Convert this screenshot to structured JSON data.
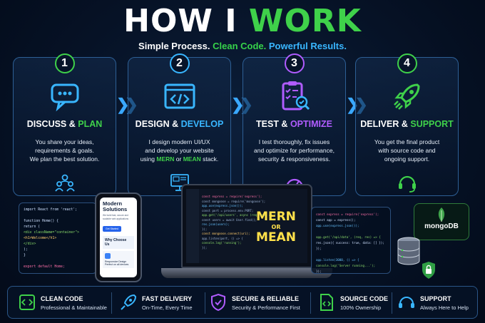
{
  "header": {
    "title_part1": "HOW I ",
    "title_part2": "WORK",
    "subtitle_part1": "Simple Process. ",
    "subtitle_part2": "Clean Code. ",
    "subtitle_part3": "Powerful Results."
  },
  "steps": [
    {
      "number": "1",
      "title_white": "DISCUSS & ",
      "title_accent": "PLAN",
      "accent": "#3fd14a",
      "icon": "chat-bubble-icon",
      "bottom_icon": "team-icon",
      "desc": [
        "You share your ideas,",
        "requirements & goals.",
        "We plan the best solution."
      ]
    },
    {
      "number": "2",
      "title_white": "DESIGN & ",
      "title_accent": "DEVELOP",
      "accent": "#39b6ff",
      "icon": "code-window-icon",
      "bottom_icon": "monitor-icon",
      "desc_l1": "I design modern UI/UX",
      "desc_l2": "and develop your website",
      "desc_l3a": "using ",
      "desc_l3b": "MERN",
      "desc_l3c": " or ",
      "desc_l3d": "MEAN",
      "desc_l3e": " stack."
    },
    {
      "number": "3",
      "title_white": "TEST & ",
      "title_accent": "OPTIMIZE",
      "accent": "#b05cff",
      "icon": "checklist-icon",
      "bottom_icon": "gauge-icon",
      "desc": [
        "I test thoroughly, fix issues",
        "and optimize for performance,",
        "security & responsiveness."
      ]
    },
    {
      "number": "4",
      "title_white": "DELIVER & ",
      "title_accent": "SUPPORT",
      "accent": "#3fd14a",
      "icon": "rocket-icon",
      "bottom_icon": "headset-icon",
      "desc": [
        "You get the final product",
        "with source code and",
        "ongoing support."
      ]
    }
  ],
  "code_left": [
    "import React from 'react';",
    "",
    "function Home() {",
    "  return (",
    "    <div className=\"container\">",
    "      <h1>Welcome</h1>",
    "    </div>",
    "  );",
    "}",
    "",
    "export default Home;"
  ],
  "phone": {
    "title": "Modern Solutions",
    "subtitle": "We build fast, secure and scalable web applications",
    "button": "Get Started",
    "why": "Why Choose Us",
    "card": "Responsive Design",
    "card_sub": "Perfect on all devices"
  },
  "laptop_code": [
    "const express = require('express');",
    "const mongoose = require('mongoose');",
    "app.use(express.json());",
    "const port = process.env.PORT;",
    "app.get('/api/users', async (req, res) => {",
    "  const users = await User.find();",
    "  res.json(users);",
    "});",
    "const mongoose.connect(uri);",
    "app.listen(port, () => {",
    "  console.log('running');",
    "});"
  ],
  "stack": {
    "line1": "MERN",
    "line2": "OR",
    "line3": "MEAN"
  },
  "code_right": [
    "const express = require('express');",
    "const app = express();",
    "app.use(express.json());",
    "",
    "app.get('/api/data', (req, res) => {",
    "  res.json({ success: true, data: [] });",
    "});",
    "",
    "app.listen(3000, () => {",
    "  console.log('Server running...');",
    "});"
  ],
  "mongo": {
    "label": "mongoDB"
  },
  "features": [
    {
      "name": "CLEAN CODE",
      "sub": "Professional & Maintainable",
      "icon": "code-file-icon",
      "color": "#3fd14a"
    },
    {
      "name": "FAST DELIVERY",
      "sub": "On-Time, Every Time",
      "icon": "rocket-icon",
      "color": "#39b6ff"
    },
    {
      "name": "SECURE & RELIABLE",
      "sub": "Security & Performance First",
      "icon": "shield-check-icon",
      "color": "#b05cff"
    },
    {
      "name": "SOURCE CODE",
      "sub": "100% Ownership",
      "icon": "document-code-icon",
      "color": "#3fd14a"
    },
    {
      "name": "SUPPORT",
      "sub": "Always Here to Help",
      "icon": "headset-icon",
      "color": "#39b6ff"
    }
  ]
}
